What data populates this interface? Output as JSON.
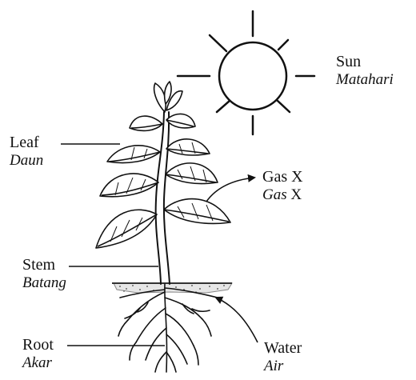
{
  "labels": {
    "sun": {
      "en": "Sun",
      "ms": "Matahari"
    },
    "leaf": {
      "en": "Leaf",
      "ms": "Daun"
    },
    "gas": {
      "en": "Gas X",
      "ms_italic": "Gas",
      "ms_upright": "X"
    },
    "stem": {
      "en": "Stem",
      "ms": "Batang"
    },
    "root": {
      "en": "Root",
      "ms": "Akar"
    },
    "water": {
      "en": "Water",
      "ms": "Air"
    }
  },
  "colors": {
    "ink": "#111111",
    "leaf_fill": "#ffffff",
    "background": "#ffffff"
  }
}
